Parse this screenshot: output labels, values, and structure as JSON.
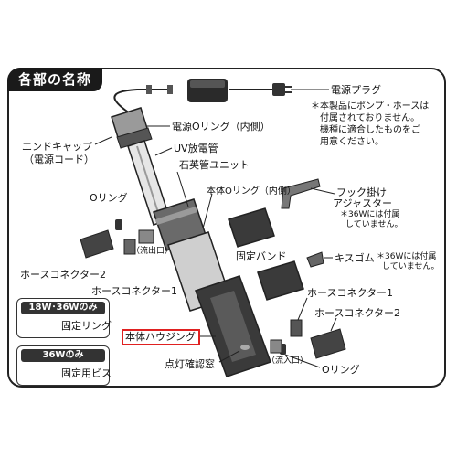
{
  "title": "各部の名称",
  "labels": {
    "power_plug": "電源プラグ",
    "power_oring": "電源Oリング（内側）",
    "uv_tube": "UV放電管",
    "end_cap_line1": "エンドキャップ",
    "end_cap_line2": "（電源コード）",
    "quartz_unit": "石英管ユニット",
    "body_oring": "本体Oリング（内側）",
    "oring_left": "Oリング",
    "outflow": "（流出口）",
    "hose_connector_2_left": "ホースコネクター2",
    "hose_connector_1_left": "ホースコネクター1",
    "fixing_band": "固定バンド",
    "hook_adjuster_line1": "フック掛け",
    "hook_adjuster_line2": "アジャスター",
    "hook_note_line1": "＊36Wには付属",
    "hook_note_line2": "していません。",
    "kisugomu": "キスゴム",
    "kisugomu_note_line1": "＊36Wには付属",
    "kisugomu_note_line2": "していません。",
    "hose_connector_1_right": "ホースコネクター1",
    "hose_connector_2_right": "ホースコネクター2",
    "main_housing": "本体ハウジング",
    "lamp_window": "点灯確認窓",
    "inflow": "（流入口）",
    "oring_right": "Oリング"
  },
  "pump_note": {
    "line1": "＊本製品にポンプ・ホースは",
    "line2": "付属されておりません。",
    "line3": "機種に適合したものをご",
    "line4": "用意ください。"
  },
  "inset_ring": {
    "header": "18W･36Wのみ",
    "label": "固定リング"
  },
  "inset_screw": {
    "header": "36Wのみ",
    "label": "固定用ビス"
  },
  "colors": {
    "line": "#222222",
    "part_dark": "#3a3a3a",
    "part_mid": "#8a8a8a",
    "part_light": "#d0d0d0",
    "highlight": "#e02020"
  }
}
